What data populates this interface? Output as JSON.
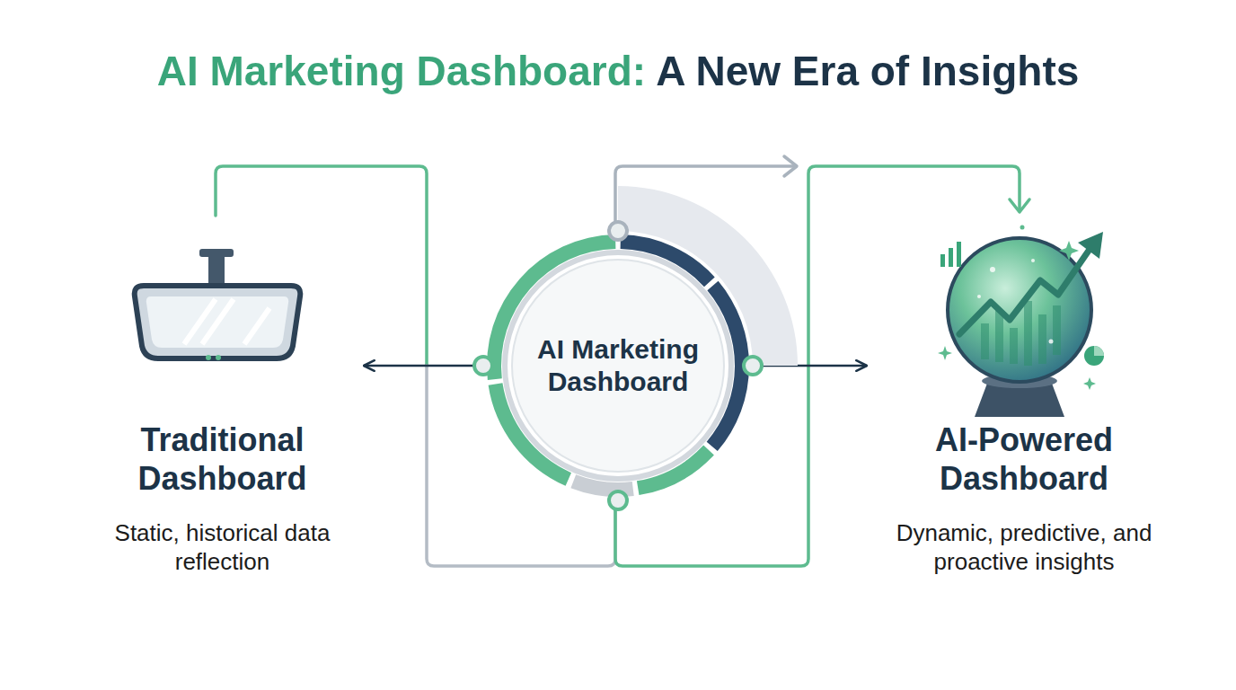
{
  "diagram": {
    "title": "AI Marketing Dashboard: A New Era of Insights",
    "nodes": [
      {
        "text": [
          "Traditional Dashboard",
          "Static, historical data reflection"
        ]
      },
      {
        "text": [
          "AI Marketing Dashboard"
        ]
      },
      {
        "text": [
          "AI-Powered Dashboard",
          "Dynamic, predictive, and proactive insights"
        ]
      }
    ],
    "edges": [
      {
        "from": 1,
        "to": 0,
        "arrow": "to"
      },
      {
        "from": 1,
        "to": 2,
        "arrow": "to"
      }
    ]
  }
}
